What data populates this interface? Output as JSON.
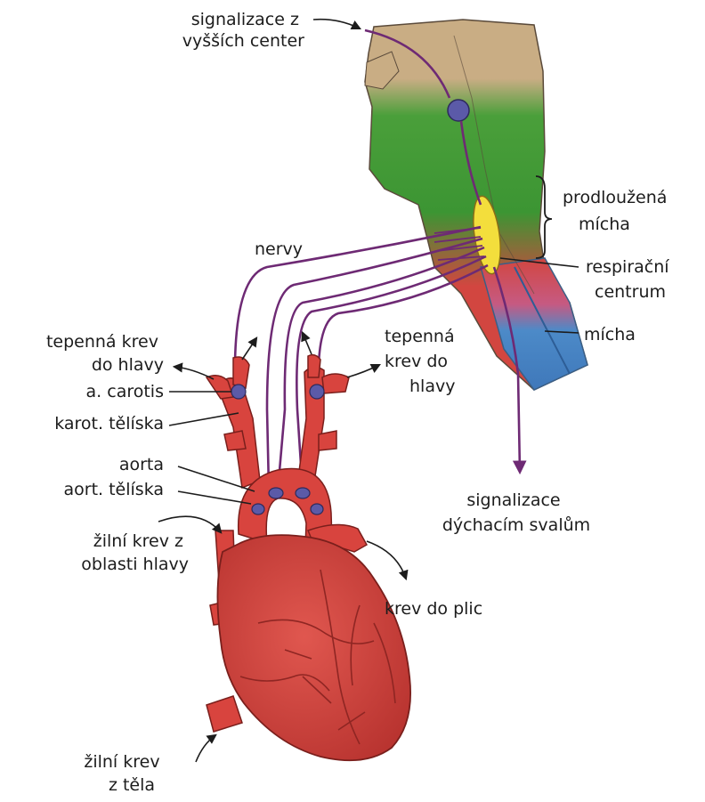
{
  "labels": {
    "signal_higher": [
      "signalizace z",
      "vyšších center"
    ],
    "medulla": [
      "prodloužená",
      "mícha"
    ],
    "nerves": "nervy",
    "resp_center": [
      "respirační",
      "centrum"
    ],
    "spinal_cord": "mícha",
    "arterial_left": [
      "tepenná krev",
      "do hlavy"
    ],
    "carotid": "a. carotis",
    "carotid_bodies": "karot. tělíska",
    "arterial_right": [
      "tepenná",
      "krev do",
      "hlavy"
    ],
    "aorta": "aorta",
    "aortic_bodies": "aort. tělíska",
    "signal_muscles": [
      "signalizace",
      "dýchacím svalům"
    ],
    "venous_head": [
      "žilní krev z",
      "oblasti hlavy"
    ],
    "blood_lungs": "krev do plic",
    "venous_body": [
      "žilní krev",
      "z těla"
    ]
  },
  "colors": {
    "brain_tan": "#c9ad84",
    "brain_green": "#3f9a39",
    "medulla_red": "#d24640",
    "spinal_blue": "#4c8ac8",
    "resp_yellow": "#f3de3c",
    "nerve_purple": "#6e2a74",
    "node_blue": "#5b5aa8",
    "heart_red": "#d8443e",
    "heart_dark": "#a82a27"
  }
}
